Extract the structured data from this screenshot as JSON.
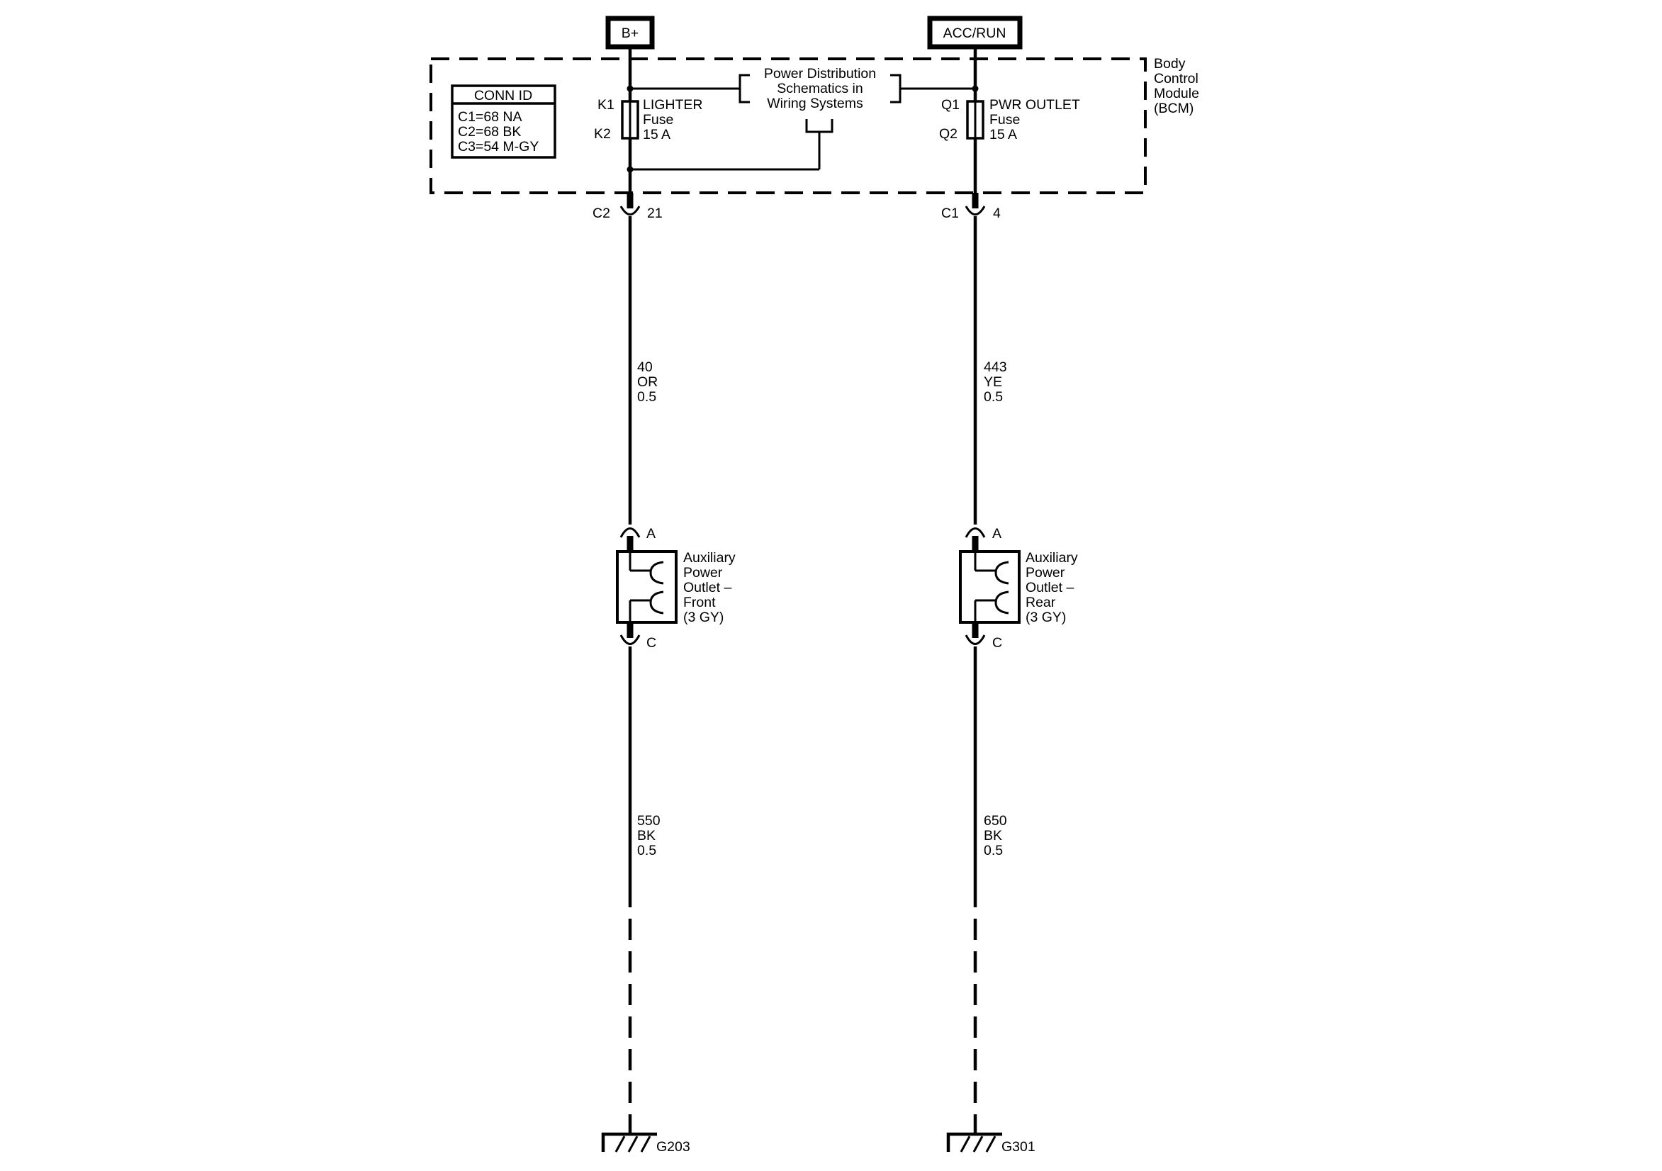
{
  "sources": {
    "left": "B+",
    "right": "ACC/RUN"
  },
  "bcm": {
    "label_lines": [
      "Body",
      "Control",
      "Module",
      "(BCM)"
    ],
    "conn_id": {
      "title": "CONN ID",
      "lines": [
        "C1=68 NA",
        "C2=68 BK",
        "C3=54 M-GY"
      ]
    },
    "power_ref_lines": [
      "Power Distribution",
      "Schematics in",
      "Wiring Systems"
    ]
  },
  "fuses": {
    "left": {
      "pin_top": "K1",
      "pin_bottom": "K2",
      "lines": [
        "LIGHTER",
        "Fuse",
        "15 A"
      ]
    },
    "right": {
      "pin_top": "Q1",
      "pin_bottom": "Q2",
      "lines": [
        "PWR OUTLET",
        "Fuse",
        "15 A"
      ]
    }
  },
  "bcm_connectors": {
    "left": {
      "connector": "C2",
      "pin": "21"
    },
    "right": {
      "connector": "C1",
      "pin": "4"
    }
  },
  "wires": {
    "left_upper": [
      "40",
      "OR",
      "0.5"
    ],
    "right_upper": [
      "443",
      "YE",
      "0.5"
    ],
    "left_lower": [
      "550",
      "BK",
      "0.5"
    ],
    "right_lower": [
      "650",
      "BK",
      "0.5"
    ]
  },
  "outlets": {
    "left": {
      "pin_top": "A",
      "pin_bottom": "C",
      "lines": [
        "Auxiliary",
        "Power",
        "Outlet –",
        "Front",
        "(3 GY)"
      ]
    },
    "right": {
      "pin_top": "A",
      "pin_bottom": "C",
      "lines": [
        "Auxiliary",
        "Power",
        "Outlet –",
        "Rear",
        "(3 GY)"
      ]
    }
  },
  "grounds": {
    "left": "G203",
    "right": "G301"
  }
}
